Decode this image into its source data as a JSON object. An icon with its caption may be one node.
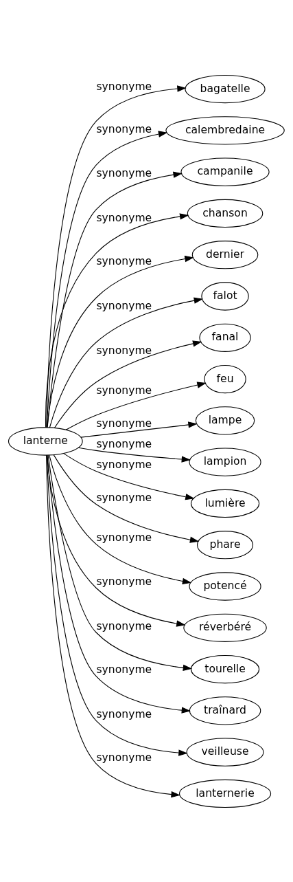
{
  "diagram": {
    "nodes": [
      {
        "text": [
          "lanterne"
        ]
      },
      {
        "text": [
          "bagatelle"
        ]
      },
      {
        "text": [
          "calembredaine"
        ]
      },
      {
        "text": [
          "campanile"
        ]
      },
      {
        "text": [
          "chanson"
        ]
      },
      {
        "text": [
          "dernier"
        ]
      },
      {
        "text": [
          "falot"
        ]
      },
      {
        "text": [
          "fanal"
        ]
      },
      {
        "text": [
          "feu"
        ]
      },
      {
        "text": [
          "lampe"
        ]
      },
      {
        "text": [
          "lampion"
        ]
      },
      {
        "text": [
          "lumière"
        ]
      },
      {
        "text": [
          "phare"
        ]
      },
      {
        "text": [
          "potencé"
        ]
      },
      {
        "text": [
          "réverbéré"
        ]
      },
      {
        "text": [
          "tourelle"
        ]
      },
      {
        "text": [
          "traînard"
        ]
      },
      {
        "text": [
          "veilleuse"
        ]
      },
      {
        "text": [
          "lanternerie"
        ]
      }
    ],
    "edges": [
      {
        "from": 0,
        "to": 1,
        "arrow": "to",
        "label": "synonyme"
      },
      {
        "from": 0,
        "to": 2,
        "arrow": "to",
        "label": "synonyme"
      },
      {
        "from": 0,
        "to": 3,
        "arrow": "to",
        "label": "synonyme"
      },
      {
        "from": 0,
        "to": 4,
        "arrow": "to",
        "label": "synonyme"
      },
      {
        "from": 0,
        "to": 5,
        "arrow": "to",
        "label": "synonyme"
      },
      {
        "from": 0,
        "to": 6,
        "arrow": "to",
        "label": "synonyme"
      },
      {
        "from": 0,
        "to": 7,
        "arrow": "to",
        "label": "synonyme"
      },
      {
        "from": 0,
        "to": 8,
        "arrow": "to",
        "label": "synonyme"
      },
      {
        "from": 0,
        "to": 9,
        "arrow": "to",
        "label": "synonyme"
      },
      {
        "from": 0,
        "to": 10,
        "arrow": "to",
        "label": "synonyme"
      },
      {
        "from": 0,
        "to": 11,
        "arrow": "to",
        "label": "synonyme"
      },
      {
        "from": 0,
        "to": 12,
        "arrow": "to",
        "label": "synonyme"
      },
      {
        "from": 0,
        "to": 13,
        "arrow": "to",
        "label": "synonyme"
      },
      {
        "from": 0,
        "to": 14,
        "arrow": "to",
        "label": "synonyme"
      },
      {
        "from": 0,
        "to": 15,
        "arrow": "to",
        "label": "synonyme"
      },
      {
        "from": 0,
        "to": 16,
        "arrow": "to",
        "label": "synonyme"
      },
      {
        "from": 0,
        "to": 17,
        "arrow": "to",
        "label": "synonyme"
      },
      {
        "from": 0,
        "to": 18,
        "arrow": "to",
        "label": "synonyme"
      }
    ]
  }
}
